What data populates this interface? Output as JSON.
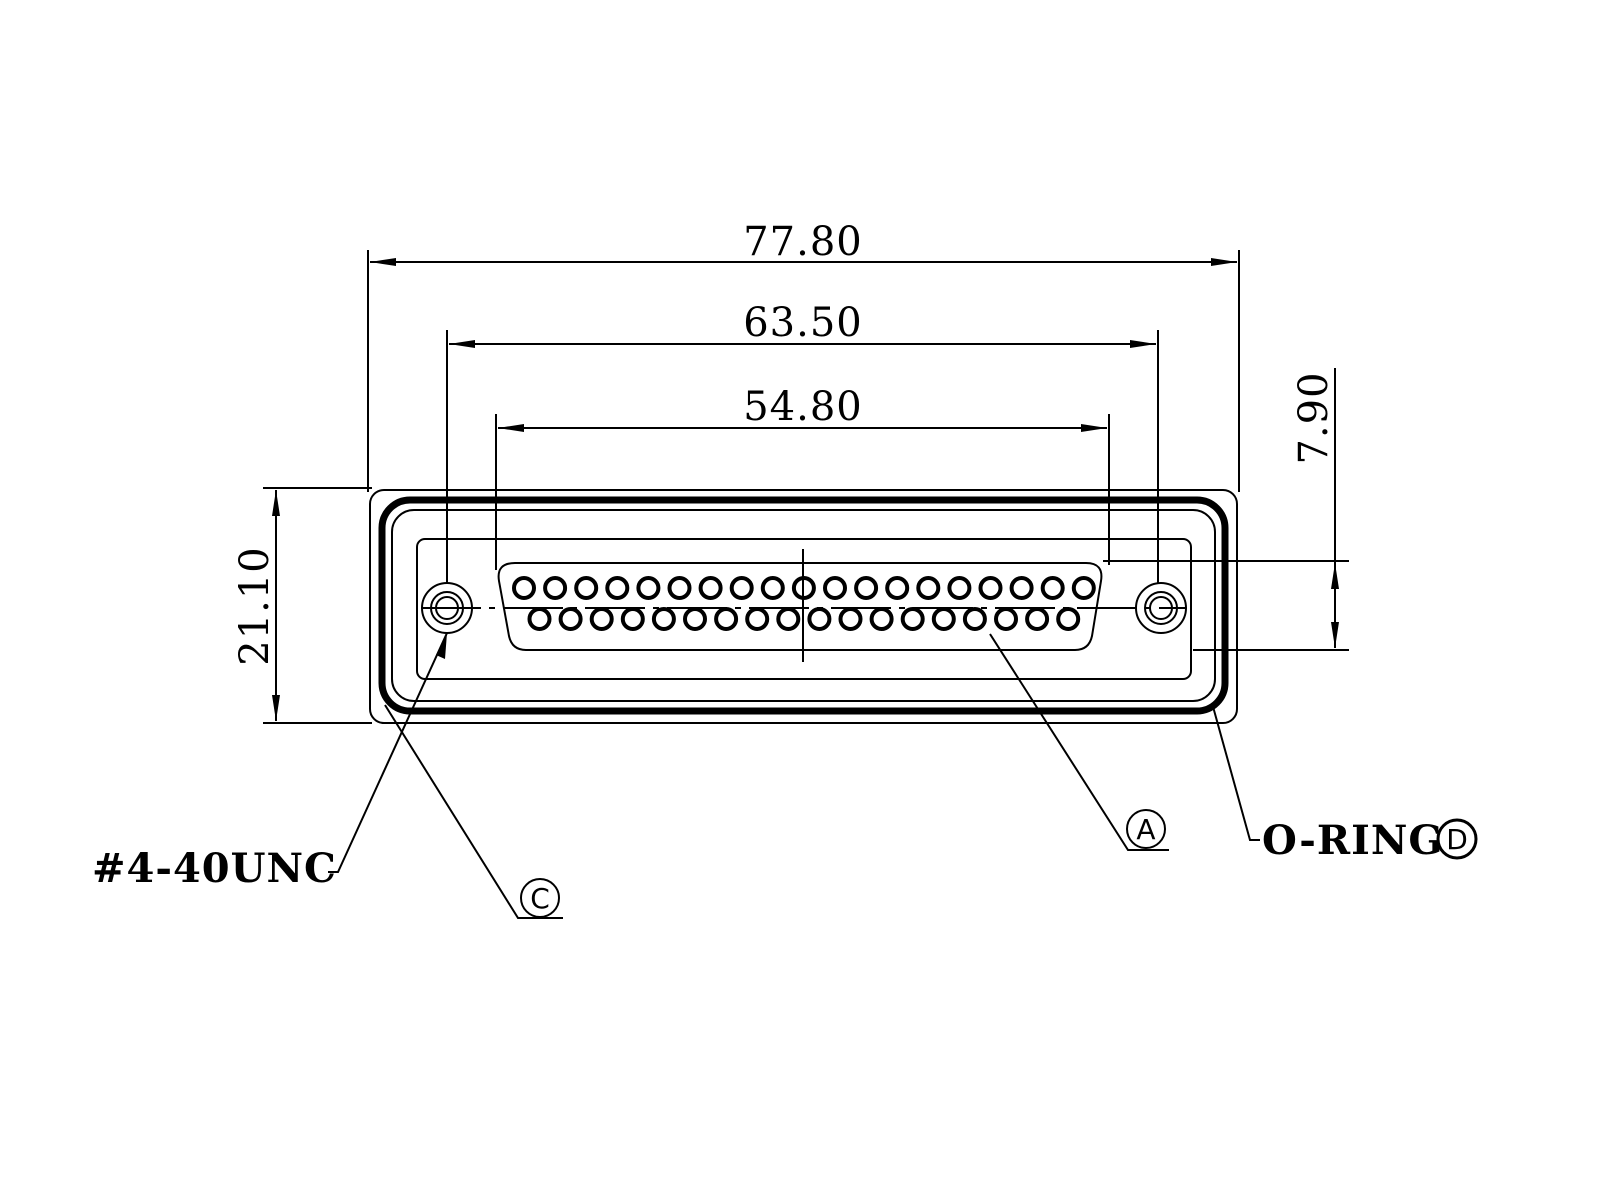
{
  "dimensions": {
    "overall_width": "77.80",
    "mounting_hole_spacing": "63.50",
    "shell_width": "54.80",
    "pin_row_depth": "7.90",
    "overall_height": "21.10"
  },
  "labels": {
    "thread_callout": "#4-40UNC",
    "oring_label": "O-RING"
  },
  "callouts": {
    "a": "A",
    "c": "C",
    "d": "D"
  },
  "pins": {
    "top_row_count": 19,
    "bottom_row_count": 18
  }
}
